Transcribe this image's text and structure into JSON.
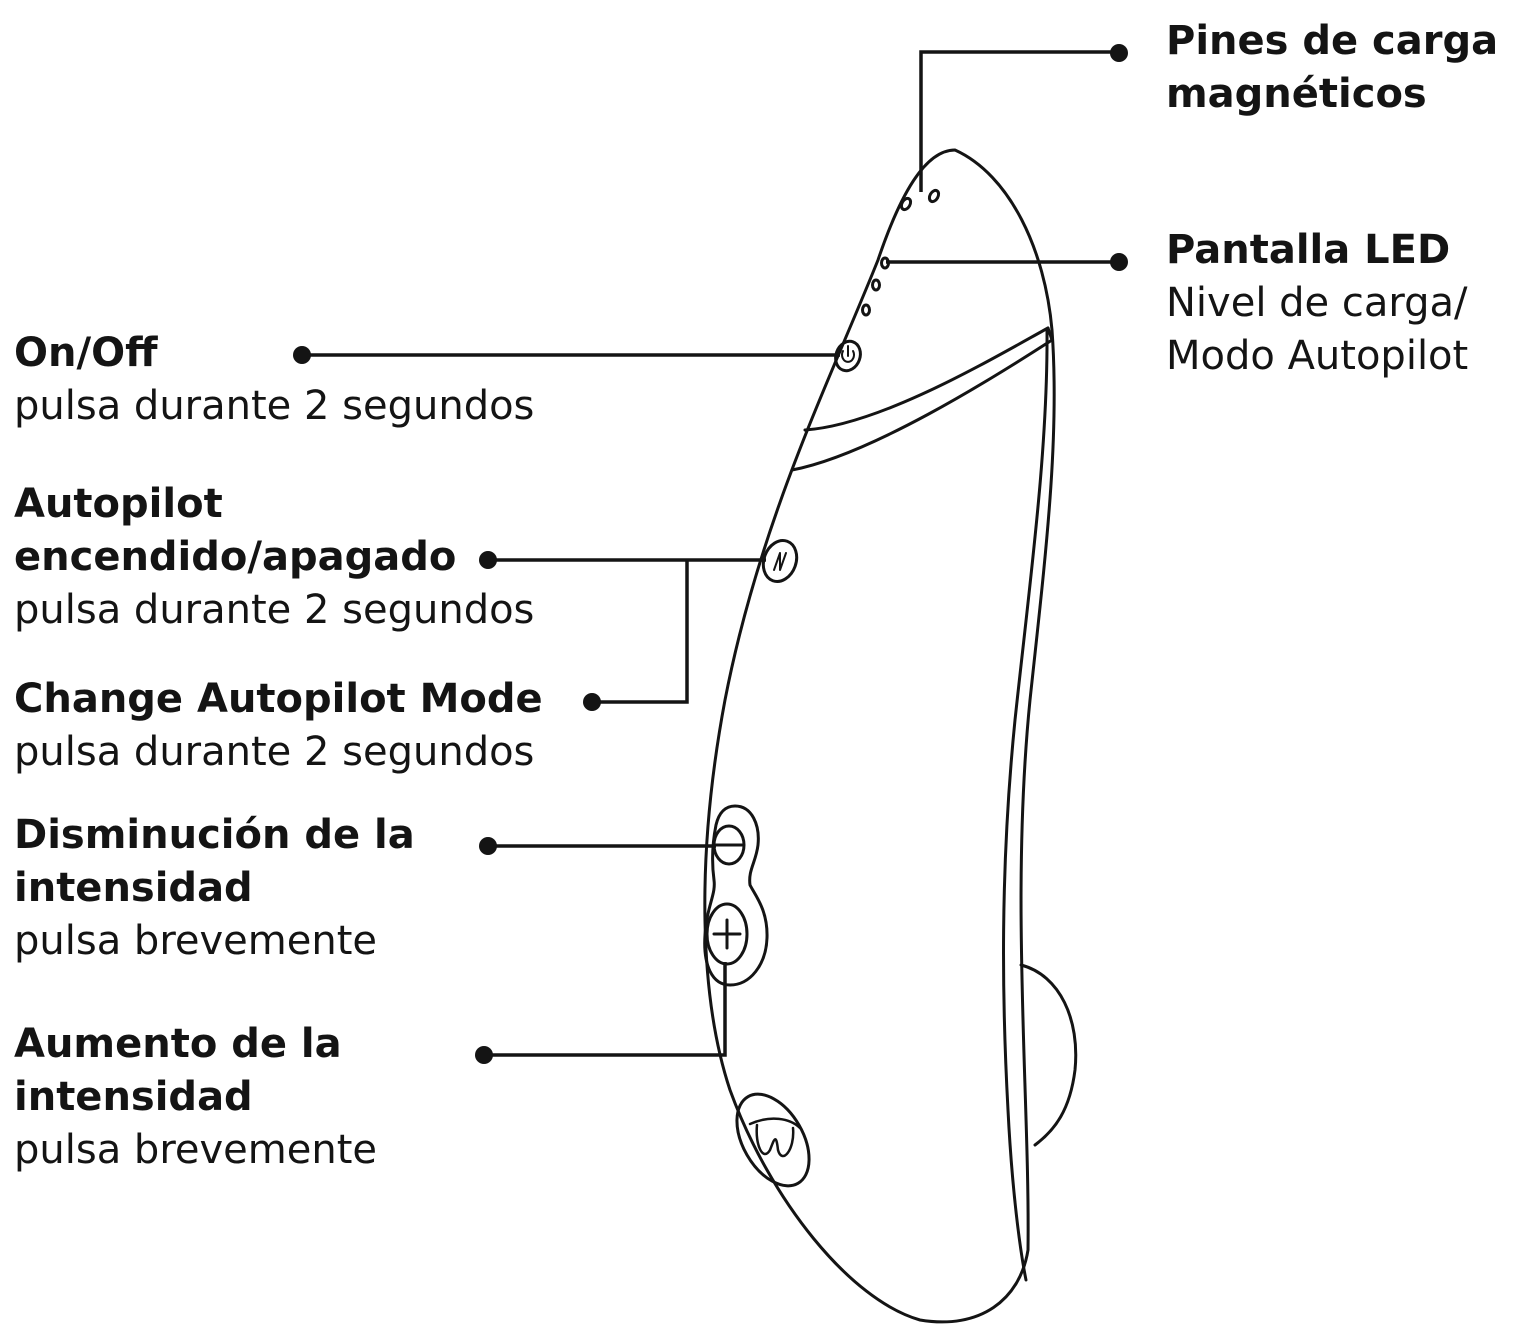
{
  "callouts": {
    "charging_pins": {
      "title_line1": "Pines de carga",
      "title_line2": "magnéticos"
    },
    "led_display": {
      "title": "Pantalla LED",
      "sub_line1": "Nivel de carga/",
      "sub_line2": "Modo Autopilot"
    },
    "on_off": {
      "title": "On/Off",
      "sub": "pulsa durante 2 segundos"
    },
    "autopilot": {
      "title_line1": "Autopilot",
      "title_line2": "encendido/apagado",
      "sub": "pulsa durante 2 segundos"
    },
    "change_mode": {
      "title": "Change Autopilot Mode",
      "sub": "pulsa durante 2 segundos"
    },
    "decrease": {
      "title_line1": "Disminución de la",
      "title_line2": "intensidad",
      "sub": "pulsa brevemente"
    },
    "increase": {
      "title_line1": "Aumento de la",
      "title_line2": "intensidad",
      "sub": "pulsa brevemente"
    }
  },
  "colors": {
    "ink": "#141414",
    "background": "#ffffff"
  }
}
